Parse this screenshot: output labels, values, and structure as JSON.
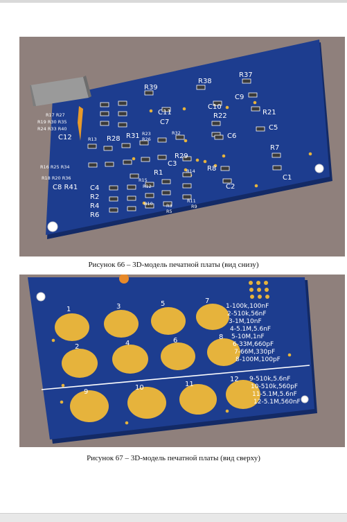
{
  "figure1": {
    "caption": "Рисунок 66 – 3D-модель печатной платы (вид снизу)",
    "labels": {
      "r39": "R39",
      "r38": "R38",
      "r37": "R37",
      "c9": "C9",
      "c11": "C11",
      "c10": "C10",
      "r22": "R22",
      "r21": "R21",
      "c7": "C7",
      "c6": "C6",
      "c5": "C5",
      "r17r27": "R17 R27",
      "r19r30r35": "R19 R30 R35",
      "r24r33r40": "R24 R33 R40",
      "c12": "C12",
      "r13": "R13",
      "r28": "R28",
      "r31": "R31",
      "r23": "R23",
      "r26": "R26",
      "r32": "R32",
      "r29": "R29",
      "r7": "R7",
      "c3": "C3",
      "r8": "R8",
      "c1": "C1",
      "r16r25r34": "R16 R25 R34",
      "r18r20r36": "R18 R20 R36",
      "c8r41": "C8 R41",
      "c4": "C4",
      "r2": "R2",
      "r4": "R4",
      "r6": "R6",
      "r1": "R1",
      "r14": "R14",
      "r15": "R15",
      "r12": "R12",
      "r10": "R10",
      "r3": "R3",
      "r5": "R5",
      "r11": "R11",
      "r9": "R9",
      "c2": "C2"
    }
  },
  "figure2": {
    "caption": "Рисунок 67 – 3D-модель печатной платы (вид сверху)",
    "pads": [
      "1",
      "3",
      "5",
      "7",
      "2",
      "4",
      "6",
      "8",
      "9",
      "10",
      "11",
      "12"
    ],
    "legend": [
      "1-100k,100nF",
      "2-510k,56nF",
      "3-1M,10nF",
      "4-5.1M,5.6nF",
      "5-10M,1nF",
      "6-33M,660pF",
      "7-66M,330pF",
      "8-100M,100pF",
      "9-510k,5.6nF",
      "10-510k,560pF",
      "11-5.1M,5.6nF",
      "12-5.1M,560nF"
    ]
  },
  "colors": {
    "board": "#1d3d8f",
    "board_edge": "#132a66",
    "background": "#8f807c",
    "gold": "#e6b33c",
    "silkscreen": "#ffffff"
  }
}
